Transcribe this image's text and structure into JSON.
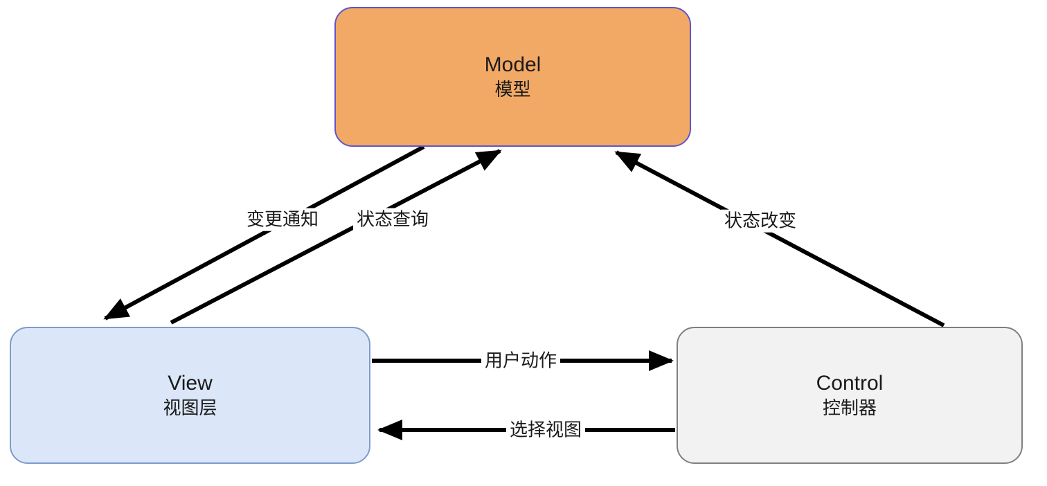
{
  "diagram": {
    "type": "architecture-diagram",
    "subject": "MVC pattern",
    "background_color": "#ffffff",
    "arrow_color": "#000000",
    "nodes": {
      "model": {
        "title": "Model",
        "subtitle": "模型",
        "fill": "#f2a966",
        "border": "#6254c9"
      },
      "view": {
        "title": "View",
        "subtitle": "视图层",
        "fill": "#dbe7f8",
        "border": "#7e9bcb"
      },
      "control": {
        "title": "Control",
        "subtitle": "控制器",
        "fill": "#f2f2f2",
        "border": "#7f7f7f"
      }
    },
    "edges": {
      "change_notification": {
        "label": "变更通知",
        "from": "Model",
        "to": "View"
      },
      "state_query": {
        "label": "状态查询",
        "from": "View",
        "to": "Model"
      },
      "state_change": {
        "label": "状态改变",
        "from": "Control",
        "to": "Model"
      },
      "user_action": {
        "label": "用户动作",
        "from": "View",
        "to": "Control"
      },
      "select_view": {
        "label": "选择视图",
        "from": "Control",
        "to": "View"
      }
    }
  }
}
